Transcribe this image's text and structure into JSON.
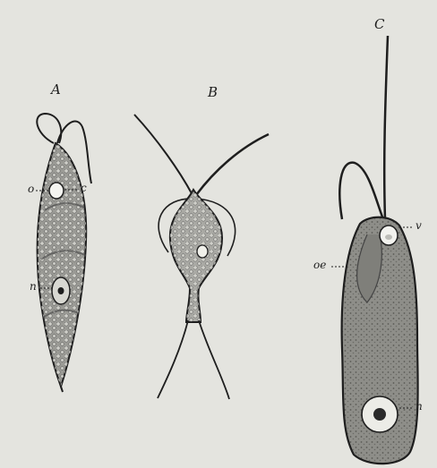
{
  "panels": [
    {
      "id": "A",
      "label": "A",
      "callouts": [
        "o",
        "c",
        "n"
      ]
    },
    {
      "id": "B",
      "label": "B",
      "callouts": []
    },
    {
      "id": "C",
      "label": "C",
      "callouts": [
        "v",
        "oe",
        "n"
      ]
    }
  ],
  "colors": {
    "background": "#e4e4df",
    "ink": "#1e1e1e",
    "cell_fill": "#8f8f8a",
    "granule": "#5f5f5a"
  }
}
